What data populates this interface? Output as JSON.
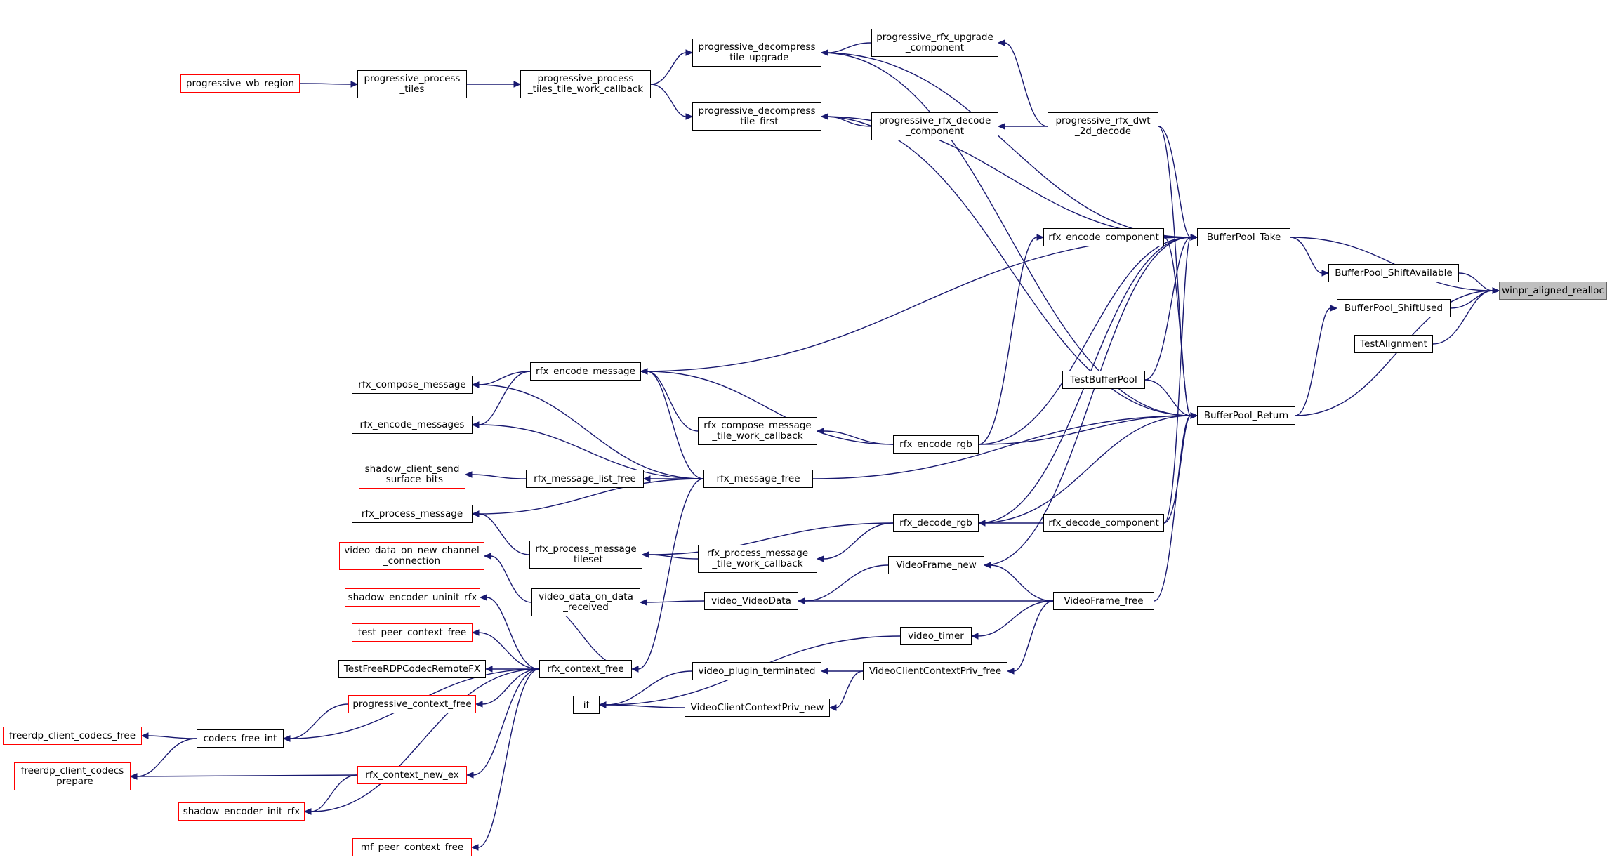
{
  "graph": {
    "root": "winpr_aligned_realloc",
    "colors": {
      "edge": "#191970",
      "node_border": "#000000",
      "external_border": "#ff0000",
      "root_fill": "#bfbfbf",
      "root_border": "#666666"
    },
    "nodes": [
      {
        "id": "n1",
        "label": "winpr_aligned_realloc",
        "kind": "root"
      },
      {
        "id": "n2",
        "label": "BufferPool_ShiftAvailable",
        "kind": "normal"
      },
      {
        "id": "n3",
        "label": "BufferPool_Take",
        "kind": "normal"
      },
      {
        "id": "n4",
        "label": "BufferPool_ShiftUsed",
        "kind": "normal"
      },
      {
        "id": "n5",
        "label": "BufferPool_Return",
        "kind": "normal"
      },
      {
        "id": "n6",
        "label": "TestAlignment",
        "kind": "normal"
      },
      {
        "id": "n7",
        "label": "progressive_decompress\n_tile_upgrade",
        "kind": "normal"
      },
      {
        "id": "n8",
        "label": "progressive_rfx_upgrade\n_component",
        "kind": "normal"
      },
      {
        "id": "n9",
        "label": "progressive_decompress\n_tile_first",
        "kind": "normal"
      },
      {
        "id": "n10",
        "label": "progressive_rfx_decode\n_component",
        "kind": "normal"
      },
      {
        "id": "n11",
        "label": "progressive_rfx_dwt\n_2d_decode",
        "kind": "normal"
      },
      {
        "id": "n12",
        "label": "progressive_process\n_tiles_tile_work_callback",
        "kind": "normal"
      },
      {
        "id": "n13",
        "label": "progressive_process\n_tiles",
        "kind": "normal"
      },
      {
        "id": "n14",
        "label": "progressive_wb_region",
        "kind": "external"
      },
      {
        "id": "n15",
        "label": "rfx_encode_component",
        "kind": "normal"
      },
      {
        "id": "n16",
        "label": "rfx_encode_message",
        "kind": "normal"
      },
      {
        "id": "n17",
        "label": "rfx_compose_message",
        "kind": "normal"
      },
      {
        "id": "n18",
        "label": "rfx_encode_messages",
        "kind": "normal"
      },
      {
        "id": "n19",
        "label": "rfx_compose_message\n_tile_work_callback",
        "kind": "normal"
      },
      {
        "id": "n20",
        "label": "rfx_encode_rgb",
        "kind": "normal"
      },
      {
        "id": "n21",
        "label": "TestBufferPool",
        "kind": "normal"
      },
      {
        "id": "n22",
        "label": "shadow_client_send\n_surface_bits",
        "kind": "external"
      },
      {
        "id": "n23",
        "label": "rfx_message_list_free",
        "kind": "normal"
      },
      {
        "id": "n24",
        "label": "rfx_message_free",
        "kind": "normal"
      },
      {
        "id": "n25",
        "label": "rfx_process_message",
        "kind": "normal"
      },
      {
        "id": "n26",
        "label": "rfx_decode_rgb",
        "kind": "normal"
      },
      {
        "id": "n27",
        "label": "rfx_decode_component",
        "kind": "normal"
      },
      {
        "id": "n28",
        "label": "video_data_on_new_channel\n_connection",
        "kind": "external"
      },
      {
        "id": "n29",
        "label": "rfx_process_message\n_tileset",
        "kind": "normal"
      },
      {
        "id": "n30",
        "label": "rfx_process_message\n_tile_work_callback",
        "kind": "normal"
      },
      {
        "id": "n31",
        "label": "VideoFrame_new",
        "kind": "normal"
      },
      {
        "id": "n32",
        "label": "shadow_encoder_uninit_rfx",
        "kind": "external"
      },
      {
        "id": "n33",
        "label": "video_data_on_data\n_received",
        "kind": "normal"
      },
      {
        "id": "n34",
        "label": "video_VideoData",
        "kind": "normal"
      },
      {
        "id": "n35",
        "label": "VideoFrame_free",
        "kind": "normal"
      },
      {
        "id": "n36",
        "label": "test_peer_context_free",
        "kind": "external"
      },
      {
        "id": "n37",
        "label": "video_timer",
        "kind": "normal"
      },
      {
        "id": "n38",
        "label": "TestFreeRDPCodecRemoteFX",
        "kind": "normal"
      },
      {
        "id": "n39",
        "label": "rfx_context_free",
        "kind": "normal"
      },
      {
        "id": "n40",
        "label": "video_plugin_terminated",
        "kind": "normal"
      },
      {
        "id": "n41",
        "label": "VideoClientContextPriv_free",
        "kind": "normal"
      },
      {
        "id": "n42",
        "label": "progressive_context_free",
        "kind": "external"
      },
      {
        "id": "n43",
        "label": "if",
        "kind": "normal"
      },
      {
        "id": "n44",
        "label": "VideoClientContextPriv_new",
        "kind": "normal"
      },
      {
        "id": "n45",
        "label": "freerdp_client_codecs_free",
        "kind": "external"
      },
      {
        "id": "n46",
        "label": "codecs_free_int",
        "kind": "normal"
      },
      {
        "id": "n47",
        "label": "freerdp_client_codecs\n_prepare",
        "kind": "external"
      },
      {
        "id": "n48",
        "label": "rfx_context_new_ex",
        "kind": "external"
      },
      {
        "id": "n49",
        "label": "shadow_encoder_init_rfx",
        "kind": "external"
      },
      {
        "id": "n50",
        "label": "mf_peer_context_free",
        "kind": "external"
      }
    ],
    "edges": [
      {
        "from": "n2",
        "to": "n1"
      },
      {
        "from": "n3",
        "to": "n1"
      },
      {
        "from": "n4",
        "to": "n1"
      },
      {
        "from": "n5",
        "to": "n1"
      },
      {
        "from": "n6",
        "to": "n1"
      },
      {
        "from": "n3",
        "to": "n2"
      },
      {
        "from": "n5",
        "to": "n4"
      },
      {
        "from": "n7",
        "to": "n3"
      },
      {
        "from": "n9",
        "to": "n3"
      },
      {
        "from": "n11",
        "to": "n3"
      },
      {
        "from": "n15",
        "to": "n3"
      },
      {
        "from": "n16",
        "to": "n3"
      },
      {
        "from": "n20",
        "to": "n3"
      },
      {
        "from": "n21",
        "to": "n3"
      },
      {
        "from": "n26",
        "to": "n3"
      },
      {
        "from": "n27",
        "to": "n3"
      },
      {
        "from": "n31",
        "to": "n3"
      },
      {
        "from": "n7",
        "to": "n5"
      },
      {
        "from": "n9",
        "to": "n5"
      },
      {
        "from": "n11",
        "to": "n5"
      },
      {
        "from": "n15",
        "to": "n5"
      },
      {
        "from": "n20",
        "to": "n5"
      },
      {
        "from": "n21",
        "to": "n5"
      },
      {
        "from": "n24",
        "to": "n5"
      },
      {
        "from": "n26",
        "to": "n5"
      },
      {
        "from": "n27",
        "to": "n5"
      },
      {
        "from": "n35",
        "to": "n5"
      },
      {
        "from": "n8",
        "to": "n7"
      },
      {
        "from": "n11",
        "to": "n8"
      },
      {
        "from": "n10",
        "to": "n9"
      },
      {
        "from": "n11",
        "to": "n10"
      },
      {
        "from": "n12",
        "to": "n7"
      },
      {
        "from": "n12",
        "to": "n9"
      },
      {
        "from": "n13",
        "to": "n12"
      },
      {
        "from": "n14",
        "to": "n13"
      },
      {
        "from": "n20",
        "to": "n15"
      },
      {
        "from": "n16",
        "to": "n17"
      },
      {
        "from": "n16",
        "to": "n18"
      },
      {
        "from": "n19",
        "to": "n16"
      },
      {
        "from": "n20",
        "to": "n16"
      },
      {
        "from": "n20",
        "to": "n19"
      },
      {
        "from": "n24",
        "to": "n17"
      },
      {
        "from": "n24",
        "to": "n18"
      },
      {
        "from": "n24",
        "to": "n16"
      },
      {
        "from": "n24",
        "to": "n23"
      },
      {
        "from": "n24",
        "to": "n25"
      },
      {
        "from": "n24",
        "to": "n39"
      },
      {
        "from": "n23",
        "to": "n22"
      },
      {
        "from": "n27",
        "to": "n26"
      },
      {
        "from": "n26",
        "to": "n29"
      },
      {
        "from": "n26",
        "to": "n30"
      },
      {
        "from": "n29",
        "to": "n25"
      },
      {
        "from": "n30",
        "to": "n29"
      },
      {
        "from": "n33",
        "to": "n28"
      },
      {
        "from": "n35",
        "to": "n31"
      },
      {
        "from": "n31",
        "to": "n34"
      },
      {
        "from": "n35",
        "to": "n34"
      },
      {
        "from": "n34",
        "to": "n33"
      },
      {
        "from": "n35",
        "to": "n37"
      },
      {
        "from": "n35",
        "to": "n41"
      },
      {
        "from": "n37",
        "to": "n43"
      },
      {
        "from": "n41",
        "to": "n40"
      },
      {
        "from": "n41",
        "to": "n44"
      },
      {
        "from": "n40",
        "to": "n43"
      },
      {
        "from": "n44",
        "to": "n43"
      },
      {
        "from": "n39",
        "to": "n32"
      },
      {
        "from": "n39",
        "to": "n36"
      },
      {
        "from": "n39",
        "to": "n38"
      },
      {
        "from": "n39",
        "to": "n42"
      },
      {
        "from": "n39",
        "to": "n46"
      },
      {
        "from": "n39",
        "to": "n48"
      },
      {
        "from": "n39",
        "to": "n49"
      },
      {
        "from": "n39",
        "to": "n50"
      },
      {
        "from": "n39",
        "to": "n33"
      },
      {
        "from": "n42",
        "to": "n46"
      },
      {
        "from": "n46",
        "to": "n45"
      },
      {
        "from": "n46",
        "to": "n47"
      },
      {
        "from": "n48",
        "to": "n47"
      },
      {
        "from": "n48",
        "to": "n49"
      }
    ]
  }
}
